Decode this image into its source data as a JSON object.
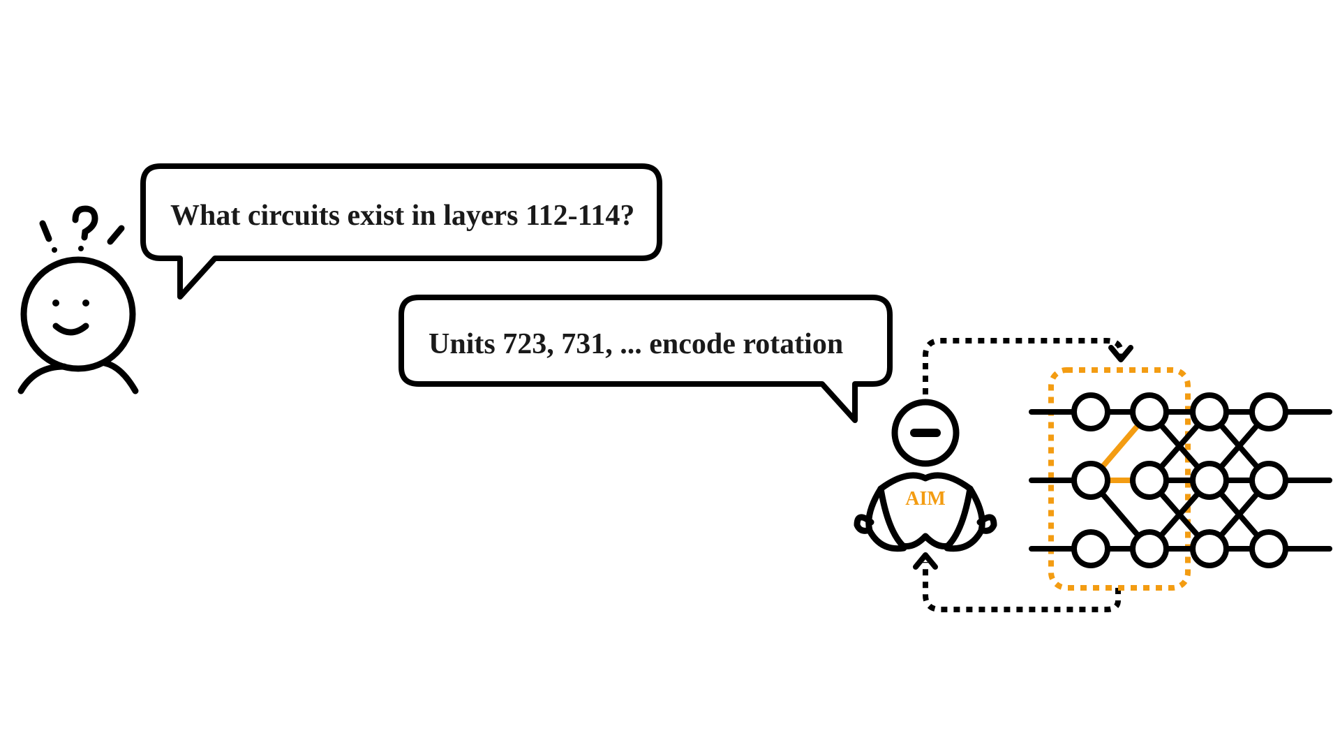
{
  "colors": {
    "ink": "#000000",
    "accent": "#f39c12",
    "background": "#ffffff"
  },
  "user": {
    "figure": "confused-person-icon",
    "marks": "question-exclamation-marks-icon"
  },
  "question_bubble": {
    "text": "What circuits exist in layers 112-114?"
  },
  "answer_bubble": {
    "text": "Units 723, 731, ... encode rotation"
  },
  "agent": {
    "figure": "robot-icon",
    "label": "AIM"
  },
  "network": {
    "figure": "neural-network-icon",
    "columns": 4,
    "rows": 3,
    "highlighted_columns": 2
  }
}
